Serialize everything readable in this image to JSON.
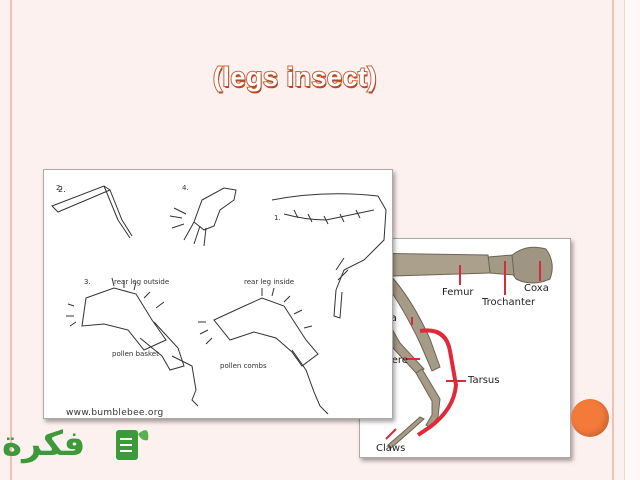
{
  "slide": {
    "title": "(legs insect)",
    "accent_color": "#d4603a",
    "circle_color": "#f47a3a"
  },
  "left_figure": {
    "numbers": [
      "2.",
      "4.",
      "1.",
      "3."
    ],
    "rear_leg_outside": "rear leg outside",
    "rear_leg_inside": "rear leg inside",
    "pollen_basket": "pollen basket",
    "pollen_combs": "pollen combs",
    "watermark": "www.bumblebee.org"
  },
  "right_figure": {
    "labels": {
      "femur": "Femur",
      "trochanter": "Trochanter",
      "coxa": "Coxa",
      "tibia": "ia",
      "tarsomere": "mere",
      "tarsus": "Tarsus",
      "claws": "Claws"
    }
  },
  "logo": {
    "text": "فكرة",
    "color": "#3d9a3a"
  }
}
